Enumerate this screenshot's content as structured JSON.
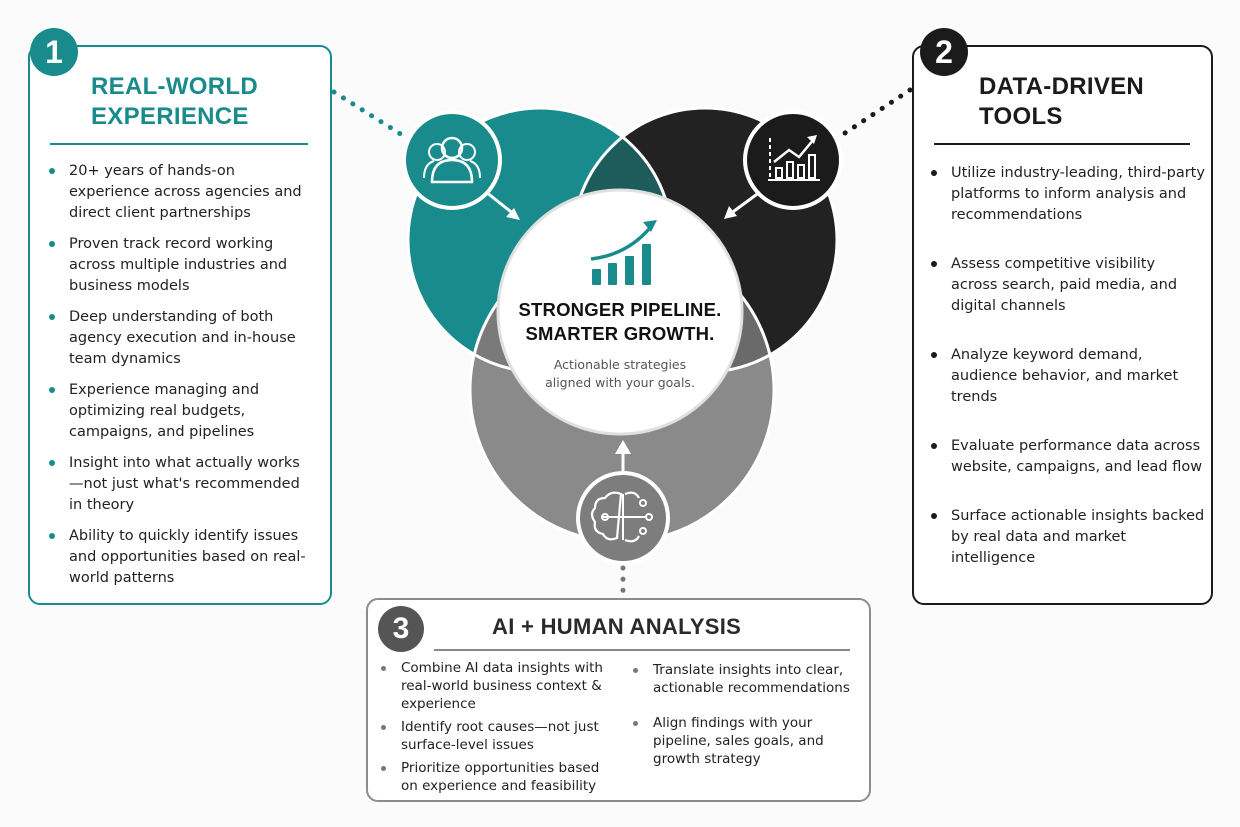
{
  "colors": {
    "teal": "#1a8b8c",
    "dark": "#1b1b1b",
    "gray": "#8a8a8a",
    "teal_dark_overlap": "#1e5c5c"
  },
  "panel1": {
    "number": "1",
    "title_line1": "REAL-WORLD",
    "title_line2": "EXPERIENCE",
    "icon": "users-icon",
    "items": [
      "20+ years of hands-on experience across agencies and direct client partnerships",
      "Proven track record working across multiple industries and business models",
      "Deep understanding of both agency execution and in-house team dynamics",
      "Experience managing and optimizing real budgets, campaigns, and pipelines",
      "Insight into what actually works—not just what's recommended in theory",
      "Ability to quickly identify issues and opportunities based on real-world patterns"
    ]
  },
  "panel2": {
    "number": "2",
    "title_line1": "DATA-DRIVEN",
    "title_line2": "TOOLS",
    "icon": "analytics-chart-icon",
    "items": [
      "Utilize industry-leading, third-party platforms to inform analysis and recommendations",
      "Assess competitive visibility across search, paid media, and digital channels",
      "Analyze keyword demand, audience behavior, and market trends",
      "Evaluate performance data across website, campaigns, and lead flow",
      "Surface actionable insights backed by real data and market intelligence"
    ]
  },
  "panel3": {
    "number": "3",
    "title": "AI + HUMAN ANALYSIS",
    "icon": "brain-circuit-icon",
    "items_left": [
      "Combine AI data insights with real-world business context & experience",
      "Identify root causes—not just surface-level issues",
      "Prioritize opportunities based on experience and feasibility"
    ],
    "items_right": [
      "Translate insights into clear, actionable recommendations",
      "Align findings with your pipeline, sales goals, and growth strategy"
    ]
  },
  "center": {
    "icon": "growth-bar-chart-icon",
    "headline_line1": "STRONGER PIPELINE.",
    "headline_line2": "SMARTER GROWTH.",
    "subtext_line1": "Actionable strategies",
    "subtext_line2": "aligned with your goals."
  }
}
